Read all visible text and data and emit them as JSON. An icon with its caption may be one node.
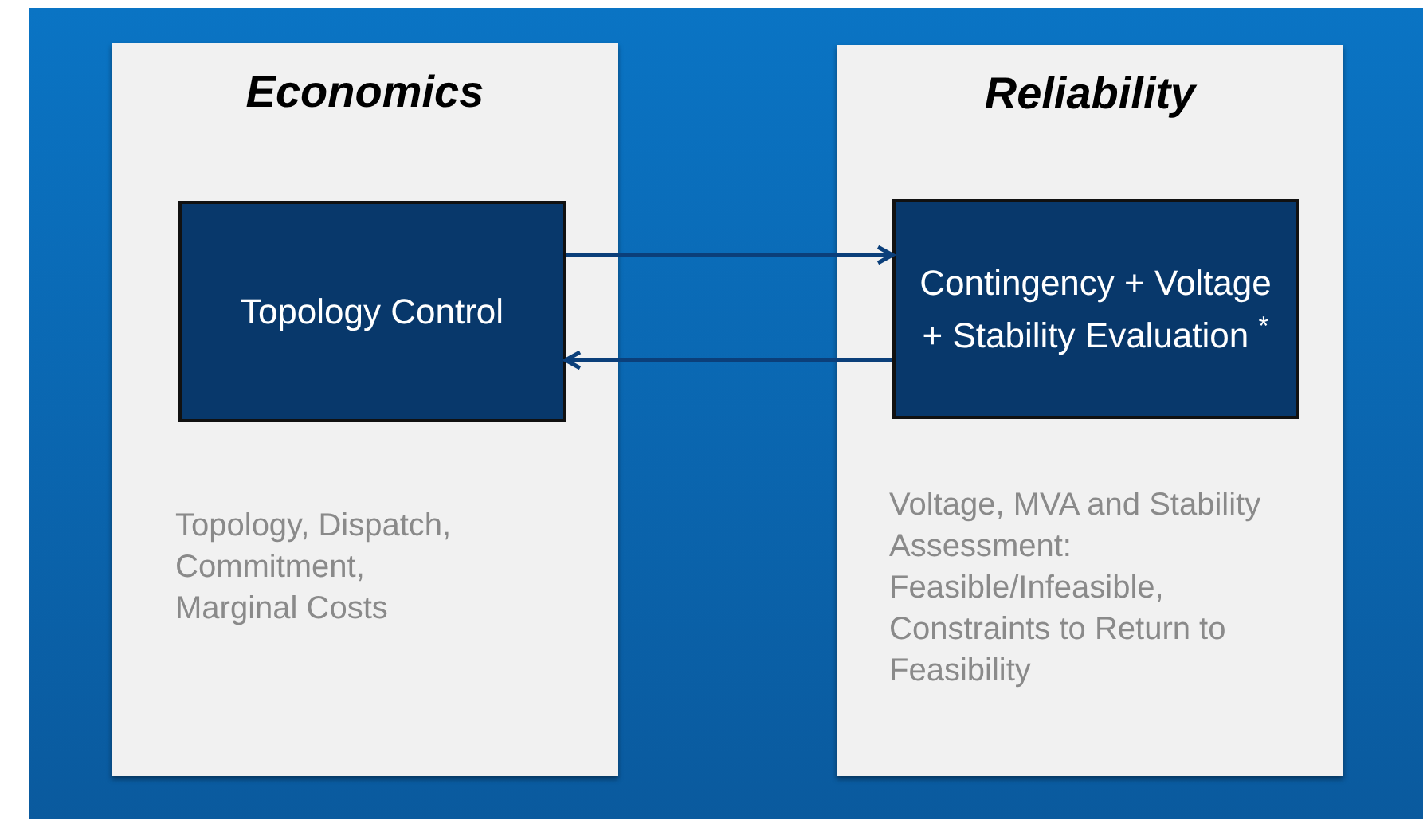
{
  "diagram": {
    "nodes": [
      {
        "text": [
          "Economics",
          "Topology, Dispatch, Commitment, Marginal Costs"
        ]
      },
      {
        "text": [
          "Topology Control"
        ],
        "in": 0
      },
      {
        "text": [
          "Reliability",
          "Voltage, MVA and Stability Assessment: Feasible/Infeasible, Constraints to Return to Feasibility"
        ]
      },
      {
        "text": [
          "Contingency + Voltage + Stability Evaluation $^{*}$"
        ],
        "in": 2
      }
    ],
    "edges": [
      {
        "from": 1,
        "to": 3,
        "arrow": "to"
      },
      {
        "from": 3,
        "to": 1,
        "arrow": "to"
      }
    ]
  }
}
